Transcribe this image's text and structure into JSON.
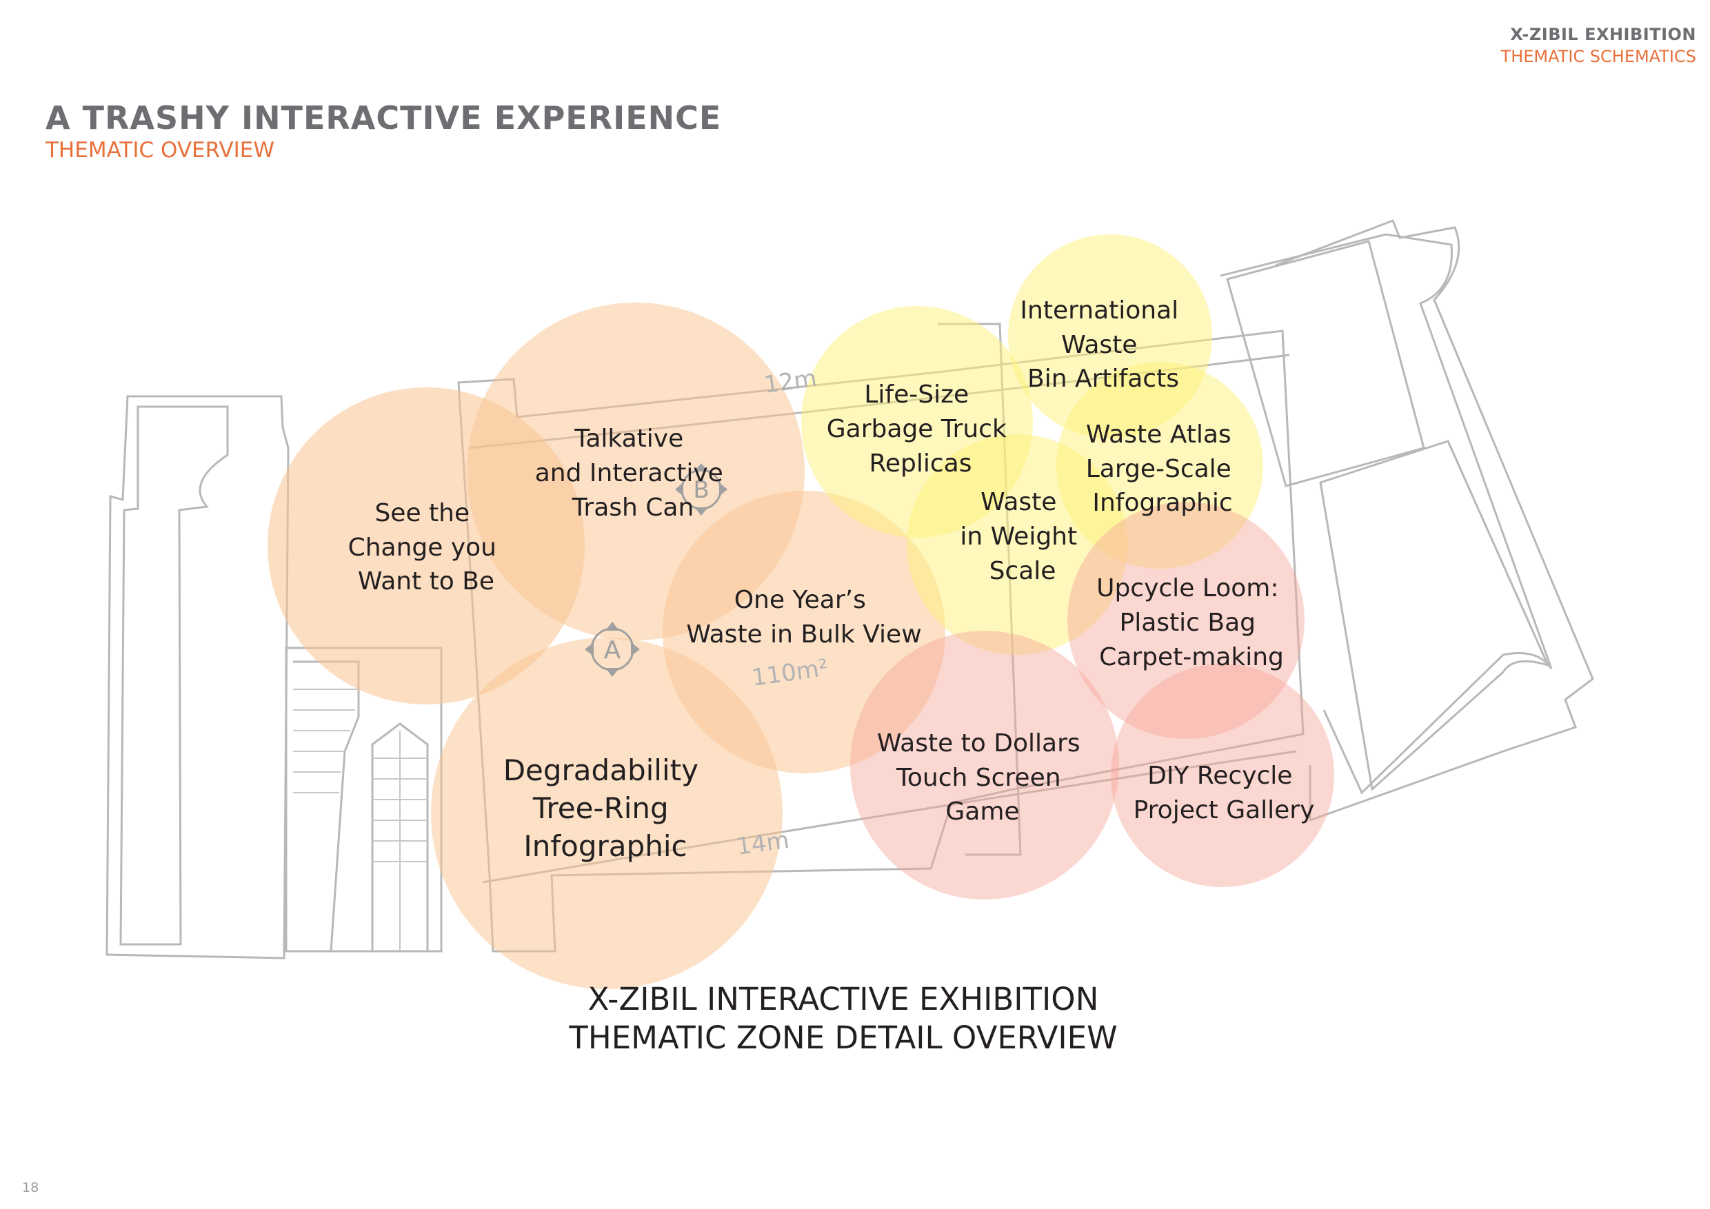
{
  "header": {
    "exhibition": "X-ZIBIL EXHIBITION",
    "section": "THEMATIC SCHEMATICS"
  },
  "title": {
    "main": "A TRASHY INTERACTIVE EXPERIENCE",
    "sub": "THEMATIC OVERVIEW"
  },
  "caption": {
    "line1": "X-ZIBIL INTERACTIVE EXHIBITION",
    "line2": "THEMATIC ZONE DETAIL OVERVIEW"
  },
  "page_number": "18",
  "dimensions": {
    "top": "12m",
    "bottom": "14m",
    "area": "110m²"
  },
  "markers": {
    "a": "A",
    "b": "B"
  },
  "colors": {
    "orange_zone": "#f9c48f",
    "yellow_zone": "#fdf27a",
    "pink_zone": "#f6a79a",
    "accent": "#e8703a",
    "gray_text": "#6d6e71"
  },
  "zones": [
    {
      "name": "see-change",
      "color": "orange",
      "lines": [
        "See the",
        "Change you",
        "Want to Be"
      ]
    },
    {
      "name": "talkative-trash-can",
      "color": "orange",
      "lines": [
        "Talkative",
        "and Interactive",
        "Trash Can"
      ]
    },
    {
      "name": "one-years-waste",
      "color": "orange",
      "lines": [
        "One Year’s",
        "Waste in Bulk View"
      ]
    },
    {
      "name": "degradability",
      "color": "orange",
      "lines": [
        "Degradability",
        "Tree-Ring",
        "Infographic"
      ]
    },
    {
      "name": "garbage-truck",
      "color": "yellow",
      "lines": [
        "Life-Size",
        "Garbage Truck",
        "Replicas"
      ]
    },
    {
      "name": "international-waste",
      "color": "yellow",
      "lines": [
        "International",
        "Waste",
        "Bin Artifacts"
      ]
    },
    {
      "name": "waste-atlas",
      "color": "yellow",
      "lines": [
        "Waste Atlas",
        "Large-Scale",
        "Infographic"
      ]
    },
    {
      "name": "weight-scale",
      "color": "yellow",
      "lines": [
        "Waste",
        "in Weight",
        "Scale"
      ]
    },
    {
      "name": "upcycle-loom",
      "color": "pink",
      "lines": [
        "Upcycle Loom:",
        "Plastic Bag",
        "Carpet-making"
      ]
    },
    {
      "name": "waste-to-dollars",
      "color": "pink",
      "lines": [
        "Waste to Dollars",
        "Touch Screen",
        "Game"
      ]
    },
    {
      "name": "diy-recycle",
      "color": "pink",
      "lines": [
        "DIY Recycle",
        "Project Gallery"
      ]
    }
  ]
}
